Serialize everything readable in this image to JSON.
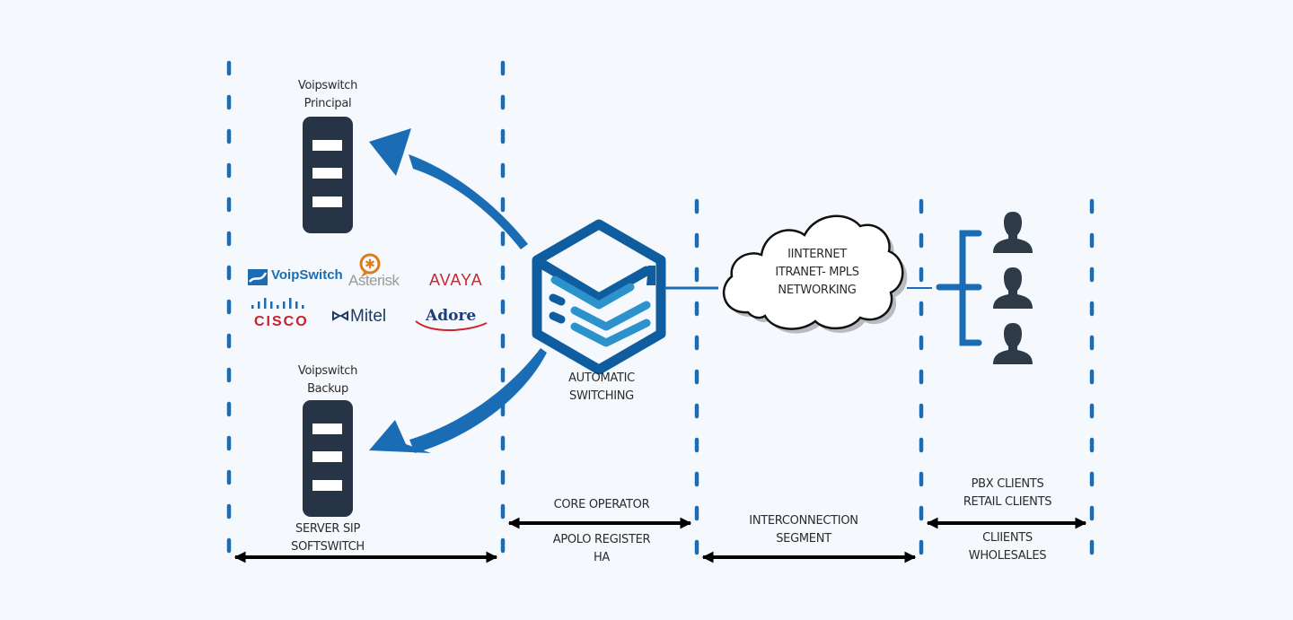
{
  "diagram": {
    "title": "Automatic switching SIP softswitch architecture",
    "colors": {
      "background": "#f5f9fd",
      "accent": "#1a6db5",
      "dark": "#263445",
      "cube_light": "#2c92cc",
      "text": "#2b2b2b"
    },
    "servers": {
      "principal": {
        "label_line1": "Voipswitch",
        "label_line2": "Principal",
        "icon": "server-icon"
      },
      "backup": {
        "label_line1": "Voipswitch",
        "label_line2": "Backup",
        "icon": "server-icon"
      }
    },
    "vendor_logos": [
      {
        "name": "VoipSwitch",
        "color": "#1a6db5"
      },
      {
        "name": "Asterisk",
        "color": "#9a9a9a"
      },
      {
        "name": "AVAYA",
        "color": "#d0242b"
      },
      {
        "name": "CISCO",
        "color": "#c8202f"
      },
      {
        "name": "Mitel",
        "color": "#1f3b63"
      },
      {
        "name": "Adore",
        "color": "#1f3b7a"
      }
    ],
    "core": {
      "label_line1": "AUTOMATIC",
      "label_line2": "SWITCHING",
      "icon": "cube-layers-icon"
    },
    "cloud": {
      "line1": "IINTERNET",
      "line2": "ITRANET- MPLS",
      "line3": "NETWORKING"
    },
    "clients": {
      "count": 3,
      "icon": "user-icon"
    },
    "segments": [
      {
        "id": "softswitch",
        "line1": "SERVER SIP",
        "line2": "SOFTSWITCH"
      },
      {
        "id": "core",
        "above": "CORE OPERATOR",
        "below_line1": "APOLO REGISTER",
        "below_line2": "HA"
      },
      {
        "id": "interconnection",
        "line1": "INTERCONNECTION",
        "line2": "SEGMENT"
      },
      {
        "id": "clients",
        "above_line1": "PBX CLIENTS",
        "above_line2": "RETAIL CLIENTS",
        "below_line1": "CLIIENTS",
        "below_line2": "WHOLESALES"
      }
    ]
  }
}
